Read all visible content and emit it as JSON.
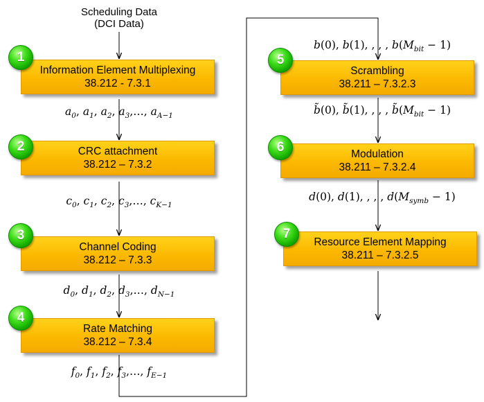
{
  "header": {
    "line1": "Scheduling Data",
    "line2": "(DCI Data)"
  },
  "steps": [
    {
      "number": "1",
      "title": "Information Element Multiplexing",
      "ref": "38.212 - 7.3.1"
    },
    {
      "number": "2",
      "title": "CRC attachment",
      "ref": "38.212 – 7.3.2"
    },
    {
      "number": "3",
      "title": "Channel Coding",
      "ref": "38.212 – 7.3.3"
    },
    {
      "number": "4",
      "title": "Rate Matching",
      "ref": "38.212 – 7.3.4"
    },
    {
      "number": "5",
      "title": "Scrambling",
      "ref": "38.211 – 7.3.2.3"
    },
    {
      "number": "6",
      "title": "Modulation",
      "ref": "38.211 – 7.3.2.4"
    },
    {
      "number": "7",
      "title": "Resource Element Mapping",
      "ref": "38.211 – 7.3.2.5"
    }
  ],
  "sequences": {
    "a": {
      "symbol": "a",
      "last": "A−1"
    },
    "c": {
      "symbol": "c",
      "last": "K−1"
    },
    "d": {
      "symbol": "d",
      "last": "N−1"
    },
    "f": {
      "symbol": "f",
      "last": "E−1"
    },
    "b": {
      "symbol": "b",
      "last": "M",
      "last_sub": "bit",
      "minus": " − 1"
    },
    "btilde": {
      "symbol": "b̃",
      "last": "M",
      "last_sub": "bit",
      "minus": " − 1"
    },
    "dsym": {
      "symbol": "d",
      "last": "M",
      "last_sub": "symb",
      "minus": " − 1"
    }
  },
  "colors": {
    "box_fill": "#fcb800",
    "box_border": "#e09a00",
    "badge_fill": "#22bb00",
    "wire": "#000000"
  },
  "icons": {
    "badge": "green-number-circle-icon",
    "arrow": "arrow-down-icon"
  }
}
